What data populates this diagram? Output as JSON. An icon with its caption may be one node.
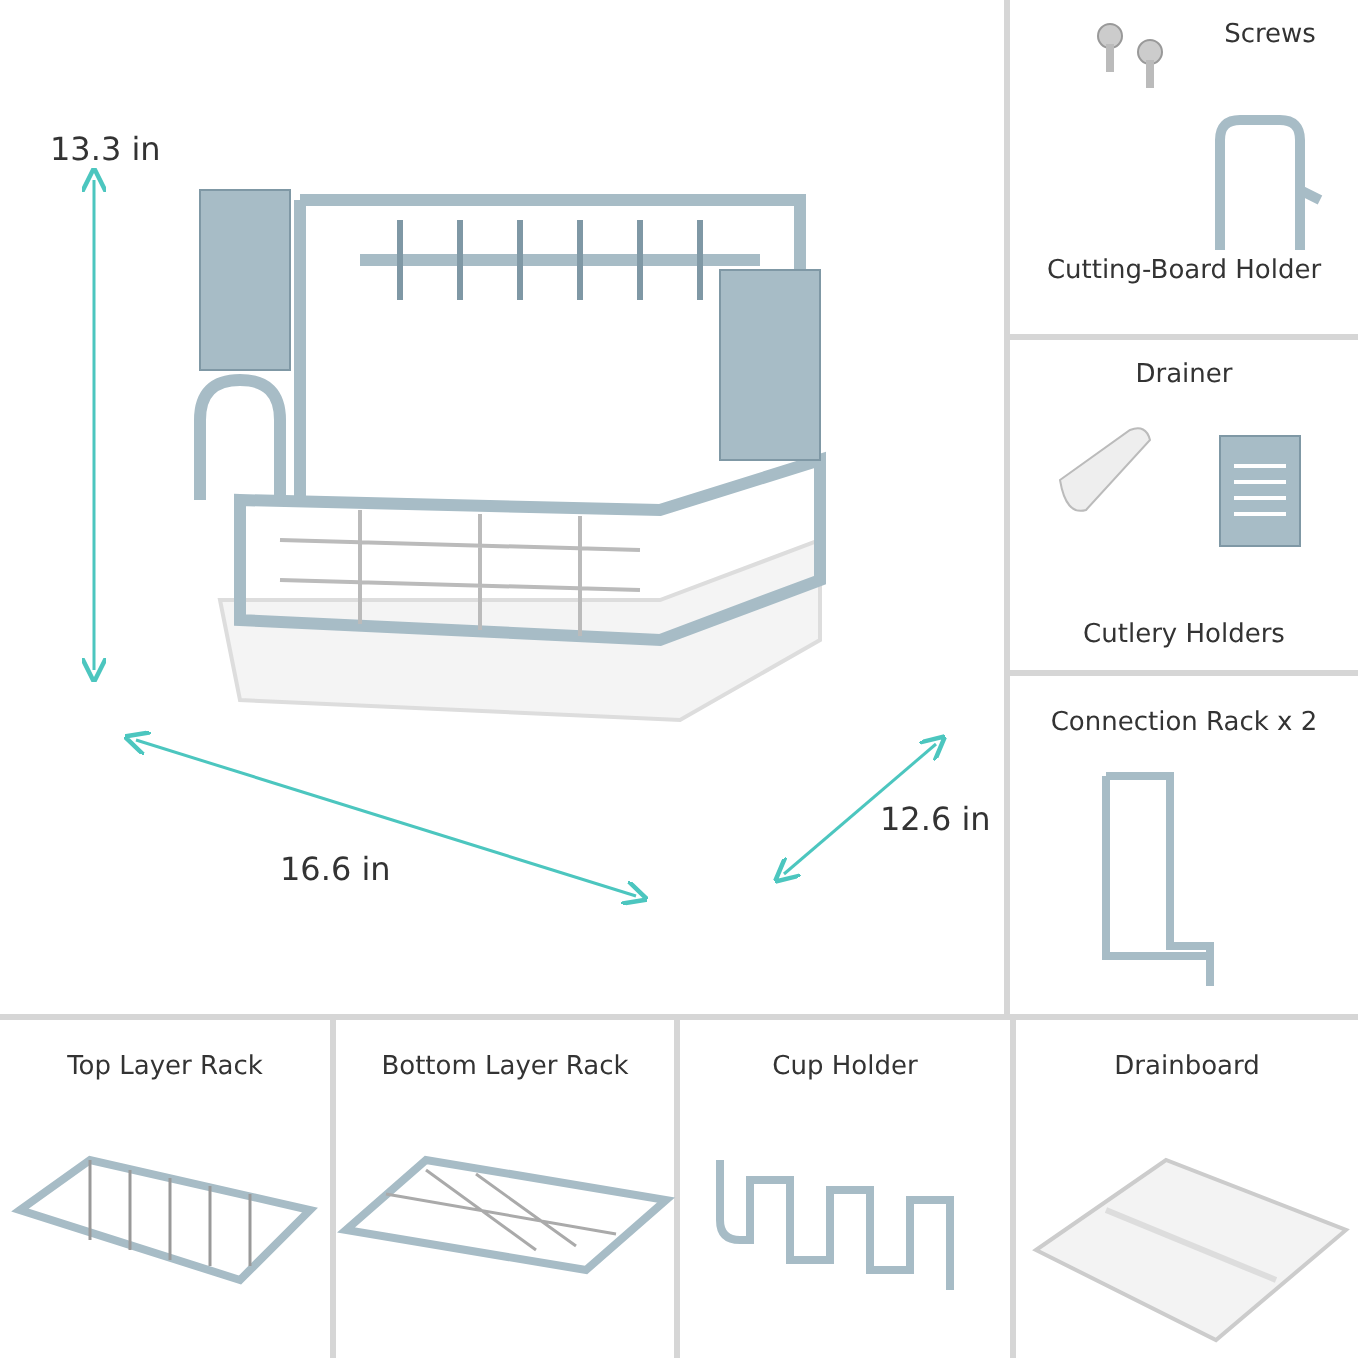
{
  "diagram": {
    "nodes": [
      {
        "text": [
          "Screws",
          "Cutting-Board Holder"
        ]
      },
      {
        "text": [
          "Drainer",
          "Cutlery Holders"
        ]
      },
      {
        "text": [
          "Connection Rack x 2"
        ]
      },
      {
        "text": [
          "Top Layer Rack"
        ]
      },
      {
        "text": [
          "Bottom Layer Rack"
        ]
      },
      {
        "text": [
          "Cup Holder"
        ]
      },
      {
        "text": [
          "Drainboard"
        ]
      }
    ],
    "labels": [
      "13.3 in",
      "16.6 in",
      "12.6 in"
    ]
  }
}
